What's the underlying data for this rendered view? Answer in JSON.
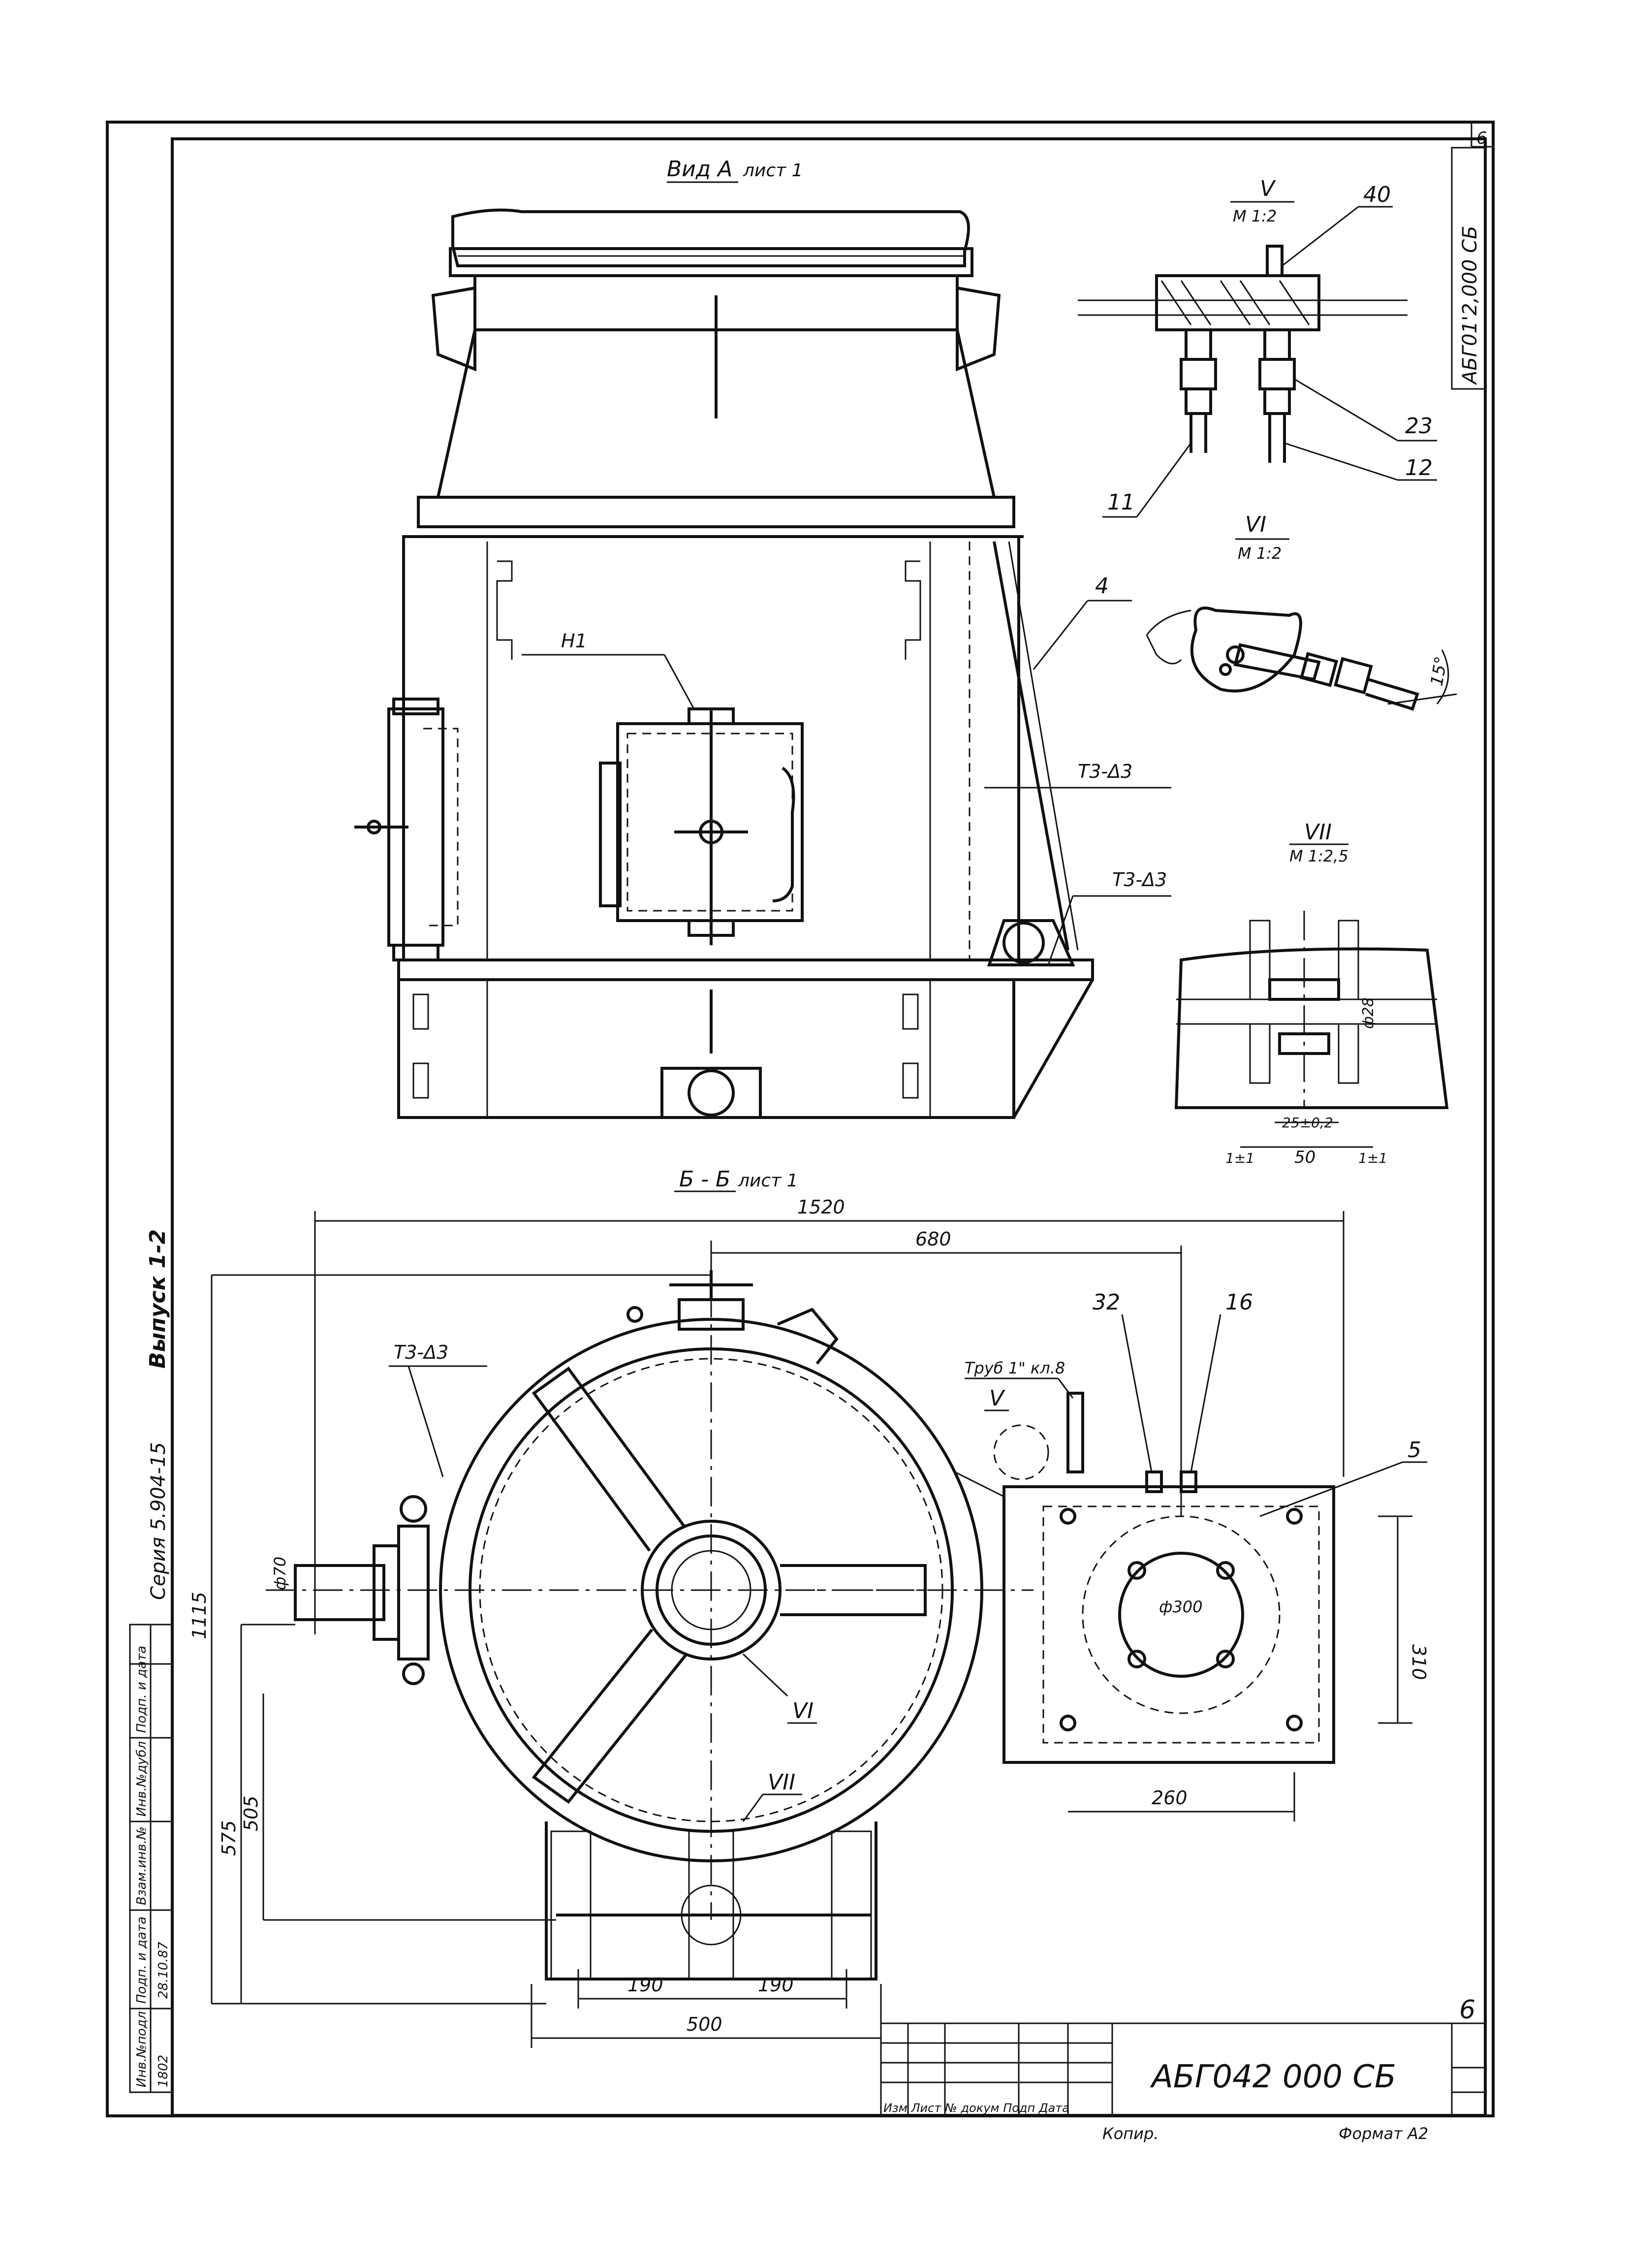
{
  "title_block": {
    "designation": "АБГ042 000 СБ",
    "rotated_code": "АБГ01'2,000 СБ",
    "sheet_number": "6",
    "sheet_number_small": "6",
    "series": "Серия 5.904-15",
    "issue": "Выпуск 1-2",
    "bottom_row_labels": "Изм Лист № докум Подп Дата",
    "copy_label": "Копир.",
    "format_label": "Формат А2"
  },
  "side_stamp": {
    "col1": "Инв.№подл",
    "col2": "Подп. и дата",
    "col3": "Взам.инв.№",
    "col4": "Инв.№дубл",
    "col5": "Подп. и дата",
    "inv_value": "1802",
    "date_value": "28.10.87"
  },
  "top_view": {
    "title": "Вид А",
    "sheet_ref": "лист 1",
    "label_h1": "Н1",
    "label_t3_a": "Т3-Δ3",
    "label_t3_b": "Т3-Δ3",
    "callout_4": "4"
  },
  "section_bb": {
    "title": "Б - Б",
    "sheet_ref": "лист 1",
    "dim_1520": "1520",
    "dim_680": "680",
    "dim_1115": "1115",
    "dim_575": "575",
    "dim_505": "505",
    "dim_d70": "ф70",
    "dim_d300": "ф300",
    "dim_310": "310",
    "dim_260": "260",
    "dim_190a": "190",
    "dim_190b": "190",
    "dim_500": "500",
    "label_t3": "Т3-Δ3",
    "pipe_label": "Труб 1\" кл.8",
    "callout_32": "32",
    "callout_16": "16",
    "callout_5": "5",
    "view_v": "V",
    "view_vi": "VI",
    "view_vii": "VII"
  },
  "detail_v": {
    "title": "V",
    "scale": "М 1:2",
    "callout_40": "40",
    "callout_23": "23",
    "callout_12": "12",
    "callout_11": "11"
  },
  "detail_vi": {
    "title": "VI",
    "scale": "М 1:2",
    "angle": "15°"
  },
  "detail_vii": {
    "title": "VII",
    "scale": "М 1:2,5",
    "dim_28": "ф28",
    "dim_25": "25±0,2",
    "dim_50": "50",
    "dim_1a": "1±1",
    "dim_1b": "1±1"
  }
}
